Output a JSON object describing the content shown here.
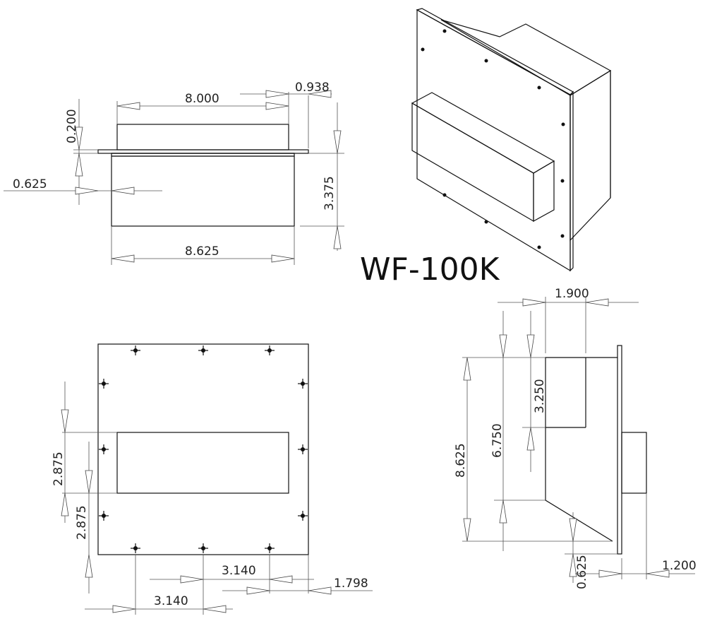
{
  "model_label": "WF-100K",
  "top_view": {
    "dims": {
      "top_width": "8.000",
      "flange_overhang": "0.938",
      "flange_thickness": "0.200",
      "flange_offset": "0.625",
      "depth": "3.375",
      "bottom_width": "8.625"
    }
  },
  "front_view": {
    "dims": {
      "upper_vertical": "2.875",
      "lower_vertical": "2.875",
      "horizontal_right": "3.140",
      "horizontal_left": "3.140",
      "right_offset": "1.798"
    }
  },
  "side_view": {
    "dims": {
      "top_depth": "1.900",
      "upper_height": "3.250",
      "mid_height": "6.750",
      "overall_height": "8.625",
      "bottom_offset": "0.625",
      "collar_depth": "1.200"
    }
  }
}
